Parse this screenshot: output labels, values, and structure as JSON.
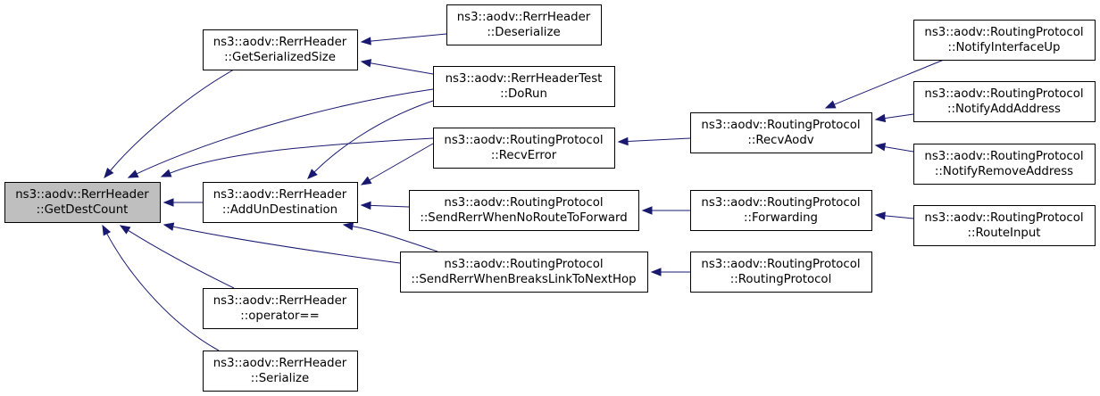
{
  "colors": {
    "edge": "#191970",
    "node_border": "#000000",
    "node_fill": "#ffffff",
    "focus_fill": "#bfbfbf",
    "text": "#000000"
  },
  "nodes": [
    {
      "id": "get-dest-count",
      "lines": [
        "ns3::aodv::RerrHeader",
        "::GetDestCount"
      ],
      "focus": true
    },
    {
      "id": "get-serialized-size",
      "lines": [
        "ns3::aodv::RerrHeader",
        "::GetSerializedSize"
      ]
    },
    {
      "id": "add-un-destination",
      "lines": [
        "ns3::aodv::RerrHeader",
        "::AddUnDestination"
      ]
    },
    {
      "id": "operator-eq",
      "lines": [
        "ns3::aodv::RerrHeader",
        "::operator=="
      ]
    },
    {
      "id": "serialize",
      "lines": [
        "ns3::aodv::RerrHeader",
        "::Serialize"
      ]
    },
    {
      "id": "deserialize",
      "lines": [
        "ns3::aodv::RerrHeader",
        "::Deserialize"
      ]
    },
    {
      "id": "do-run",
      "lines": [
        "ns3::aodv::RerrHeaderTest",
        "::DoRun"
      ]
    },
    {
      "id": "recv-error",
      "lines": [
        "ns3::aodv::RoutingProtocol",
        "::RecvError"
      ]
    },
    {
      "id": "send-rerr-no-route",
      "lines": [
        "ns3::aodv::RoutingProtocol",
        "::SendRerrWhenNoRouteToForward"
      ]
    },
    {
      "id": "send-rerr-breaks-link",
      "lines": [
        "ns3::aodv::RoutingProtocol",
        "::SendRerrWhenBreaksLinkToNextHop"
      ]
    },
    {
      "id": "recv-aodv",
      "lines": [
        "ns3::aodv::RoutingProtocol",
        "::RecvAodv"
      ]
    },
    {
      "id": "forwarding",
      "lines": [
        "ns3::aodv::RoutingProtocol",
        "::Forwarding"
      ]
    },
    {
      "id": "routing-protocol",
      "lines": [
        "ns3::aodv::RoutingProtocol",
        "::RoutingProtocol"
      ]
    },
    {
      "id": "notify-interface-up",
      "lines": [
        "ns3::aodv::RoutingProtocol",
        "::NotifyInterfaceUp"
      ]
    },
    {
      "id": "notify-add-address",
      "lines": [
        "ns3::aodv::RoutingProtocol",
        "::NotifyAddAddress"
      ]
    },
    {
      "id": "notify-remove-address",
      "lines": [
        "ns3::aodv::RoutingProtocol",
        "::NotifyRemoveAddress"
      ]
    },
    {
      "id": "route-input",
      "lines": [
        "ns3::aodv::RoutingProtocol",
        "::RouteInput"
      ]
    }
  ],
  "edges": [
    {
      "from": "get-serialized-size",
      "to": "get-dest-count"
    },
    {
      "from": "do-run",
      "to": "get-dest-count"
    },
    {
      "from": "recv-error",
      "to": "get-dest-count"
    },
    {
      "from": "add-un-destination",
      "to": "get-dest-count"
    },
    {
      "from": "send-rerr-breaks-link",
      "to": "get-dest-count"
    },
    {
      "from": "operator-eq",
      "to": "get-dest-count"
    },
    {
      "from": "serialize",
      "to": "get-dest-count"
    },
    {
      "from": "deserialize",
      "to": "get-serialized-size"
    },
    {
      "from": "do-run",
      "to": "get-serialized-size"
    },
    {
      "from": "do-run",
      "to": "add-un-destination"
    },
    {
      "from": "recv-error",
      "to": "add-un-destination"
    },
    {
      "from": "send-rerr-no-route",
      "to": "add-un-destination"
    },
    {
      "from": "send-rerr-breaks-link",
      "to": "add-un-destination"
    },
    {
      "from": "recv-aodv",
      "to": "recv-error"
    },
    {
      "from": "forwarding",
      "to": "send-rerr-no-route"
    },
    {
      "from": "routing-protocol",
      "to": "send-rerr-breaks-link"
    },
    {
      "from": "notify-interface-up",
      "to": "recv-aodv"
    },
    {
      "from": "notify-add-address",
      "to": "recv-aodv"
    },
    {
      "from": "notify-remove-address",
      "to": "recv-aodv"
    },
    {
      "from": "route-input",
      "to": "forwarding"
    }
  ]
}
